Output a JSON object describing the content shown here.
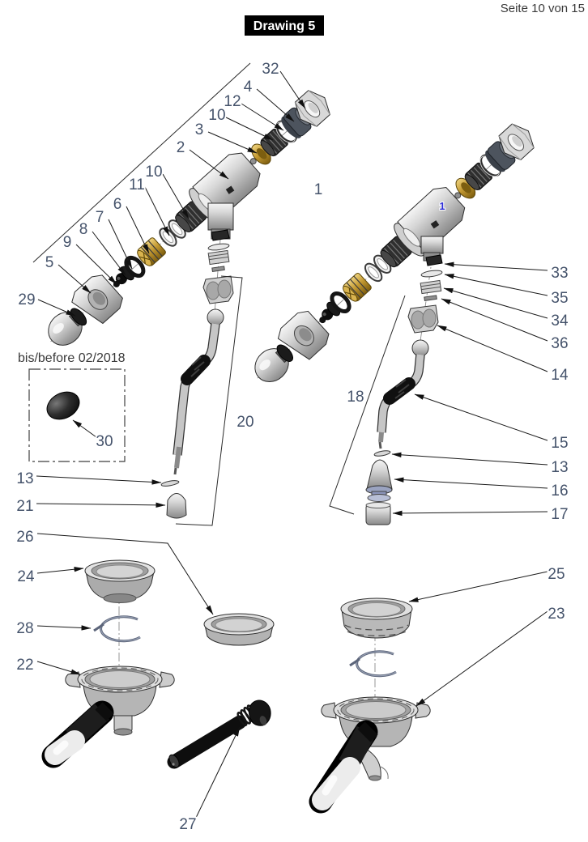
{
  "page": {
    "page_indicator": "Seite 10 von 15",
    "drawing_title": "Drawing 5",
    "validity_note": "bis/before 02/2018"
  },
  "colors": {
    "callout_text": "#45536B",
    "page_text": "#3A3A3A",
    "title_bg": "#000000",
    "title_text": "#FFFFFF",
    "brass": "#C49A33",
    "metal_light": "#D9D9D9",
    "rubber_black": "#141414",
    "highlight_blue": "#2B2BD4",
    "cone_base_blue": "#9AA3C0"
  },
  "callouts": {
    "n32": "32",
    "n4": "4",
    "n12": "12",
    "n10_upper": "10",
    "n3": "3",
    "n2": "2",
    "n10_lower": "10",
    "n11": "11",
    "n6": "6",
    "n7": "7",
    "n8": "8",
    "n9": "9",
    "n5": "5",
    "n29": "29",
    "n30": "30",
    "n13_left": "13",
    "n21": "21",
    "n20": "20",
    "n26": "26",
    "n24": "24",
    "n28": "28",
    "n22": "22",
    "n27": "27",
    "n1": "1",
    "n1_body": "1",
    "n33": "33",
    "n35": "35",
    "n34": "34",
    "n36": "36",
    "n14": "14",
    "n18": "18",
    "n15": "15",
    "n13_right": "13",
    "n16": "16",
    "n17": "17",
    "n25": "25",
    "n23": "23"
  }
}
